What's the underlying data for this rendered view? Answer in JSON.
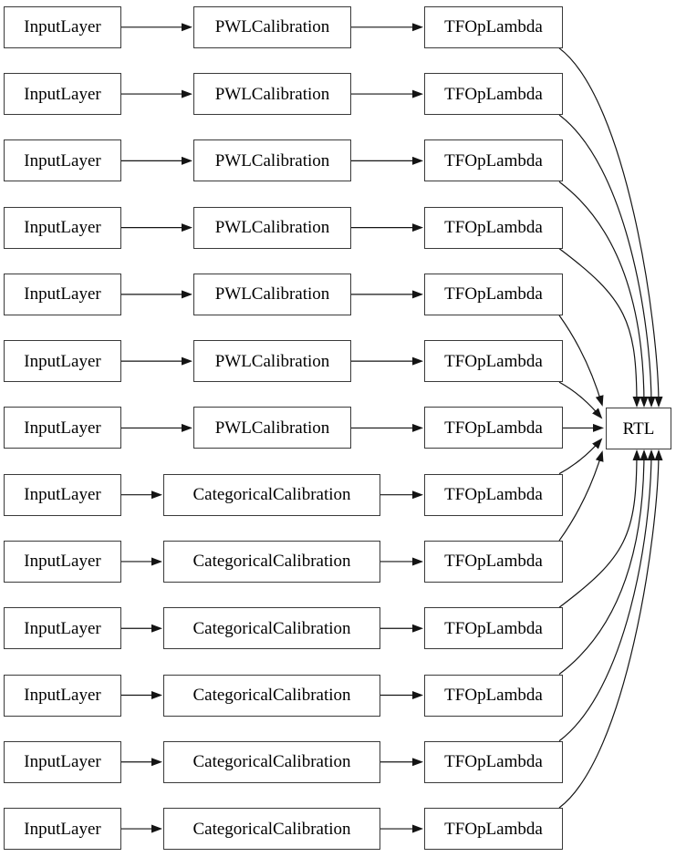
{
  "diagram": {
    "type": "graph",
    "direction": "left-to-right",
    "background_color": "#ffffff",
    "node_fill_color": "#ffffff",
    "node_border_color": "#3a3a3a",
    "edge_color": "#141414",
    "text_color": "#000000",
    "rows": [
      {
        "input": "InputLayer",
        "calibration": "PWLCalibration",
        "lambda": "TFOpLambda"
      },
      {
        "input": "InputLayer",
        "calibration": "PWLCalibration",
        "lambda": "TFOpLambda"
      },
      {
        "input": "InputLayer",
        "calibration": "PWLCalibration",
        "lambda": "TFOpLambda"
      },
      {
        "input": "InputLayer",
        "calibration": "PWLCalibration",
        "lambda": "TFOpLambda"
      },
      {
        "input": "InputLayer",
        "calibration": "PWLCalibration",
        "lambda": "TFOpLambda"
      },
      {
        "input": "InputLayer",
        "calibration": "PWLCalibration",
        "lambda": "TFOpLambda"
      },
      {
        "input": "InputLayer",
        "calibration": "PWLCalibration",
        "lambda": "TFOpLambda"
      },
      {
        "input": "InputLayer",
        "calibration": "CategoricalCalibration",
        "lambda": "TFOpLambda"
      },
      {
        "input": "InputLayer",
        "calibration": "CategoricalCalibration",
        "lambda": "TFOpLambda"
      },
      {
        "input": "InputLayer",
        "calibration": "CategoricalCalibration",
        "lambda": "TFOpLambda"
      },
      {
        "input": "InputLayer",
        "calibration": "CategoricalCalibration",
        "lambda": "TFOpLambda"
      },
      {
        "input": "InputLayer",
        "calibration": "CategoricalCalibration",
        "lambda": "TFOpLambda"
      },
      {
        "input": "InputLayer",
        "calibration": "CategoricalCalibration",
        "lambda": "TFOpLambda"
      }
    ],
    "output": {
      "id": "rtl",
      "label": "RTL"
    },
    "edges": [
      [
        "input-1",
        "cal-1"
      ],
      [
        "cal-1",
        "lam-1"
      ],
      [
        "lam-1",
        "rtl"
      ],
      [
        "input-2",
        "cal-2"
      ],
      [
        "cal-2",
        "lam-2"
      ],
      [
        "lam-2",
        "rtl"
      ],
      [
        "input-3",
        "cal-3"
      ],
      [
        "cal-3",
        "lam-3"
      ],
      [
        "lam-3",
        "rtl"
      ],
      [
        "input-4",
        "cal-4"
      ],
      [
        "cal-4",
        "lam-4"
      ],
      [
        "lam-4",
        "rtl"
      ],
      [
        "input-5",
        "cal-5"
      ],
      [
        "cal-5",
        "lam-5"
      ],
      [
        "lam-5",
        "rtl"
      ],
      [
        "input-6",
        "cal-6"
      ],
      [
        "cal-6",
        "lam-6"
      ],
      [
        "lam-6",
        "rtl"
      ],
      [
        "input-7",
        "cal-7"
      ],
      [
        "cal-7",
        "lam-7"
      ],
      [
        "lam-7",
        "rtl"
      ],
      [
        "input-8",
        "cal-8"
      ],
      [
        "cal-8",
        "lam-8"
      ],
      [
        "lam-8",
        "rtl"
      ],
      [
        "input-9",
        "cal-9"
      ],
      [
        "cal-9",
        "lam-9"
      ],
      [
        "lam-9",
        "rtl"
      ],
      [
        "input-10",
        "cal-10"
      ],
      [
        "cal-10",
        "lam-10"
      ],
      [
        "lam-10",
        "rtl"
      ],
      [
        "input-11",
        "cal-11"
      ],
      [
        "cal-11",
        "lam-11"
      ],
      [
        "lam-11",
        "rtl"
      ],
      [
        "input-12",
        "cal-12"
      ],
      [
        "cal-12",
        "lam-12"
      ],
      [
        "lam-12",
        "rtl"
      ],
      [
        "input-13",
        "cal-13"
      ],
      [
        "cal-13",
        "lam-13"
      ],
      [
        "lam-13",
        "rtl"
      ]
    ]
  }
}
